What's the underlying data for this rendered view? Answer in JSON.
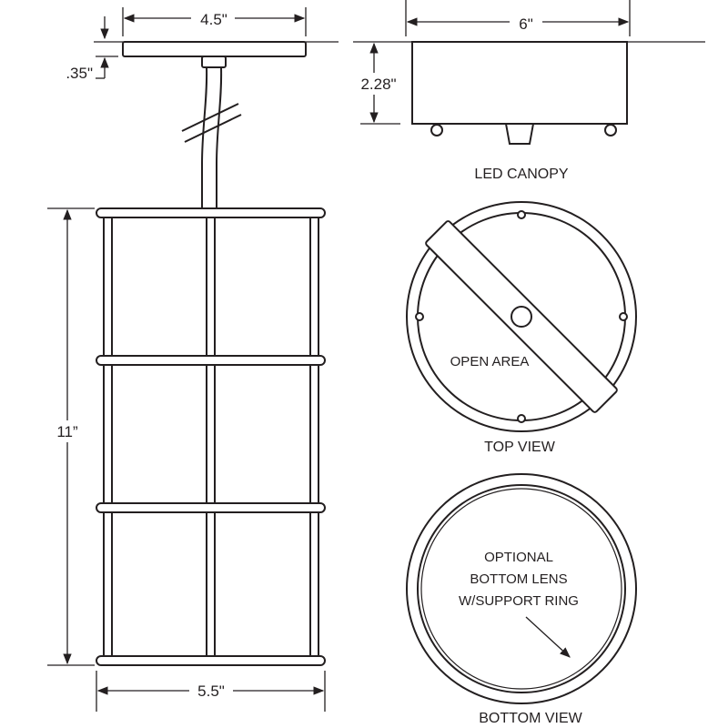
{
  "pendant": {
    "canopy_width": "4.5\"",
    "canopy_height": ".35\"",
    "height": "11”",
    "width": "5.5\""
  },
  "led_canopy": {
    "width": "6\"",
    "height": "2.28\"",
    "caption": "LED CANOPY"
  },
  "top_view": {
    "label": "OPEN AREA",
    "caption": "TOP  VIEW"
  },
  "bottom_view": {
    "lines": [
      "OPTIONAL",
      "BOTTOM LENS",
      "W/SUPPORT RING"
    ],
    "caption": "BOTTOM VIEW"
  }
}
